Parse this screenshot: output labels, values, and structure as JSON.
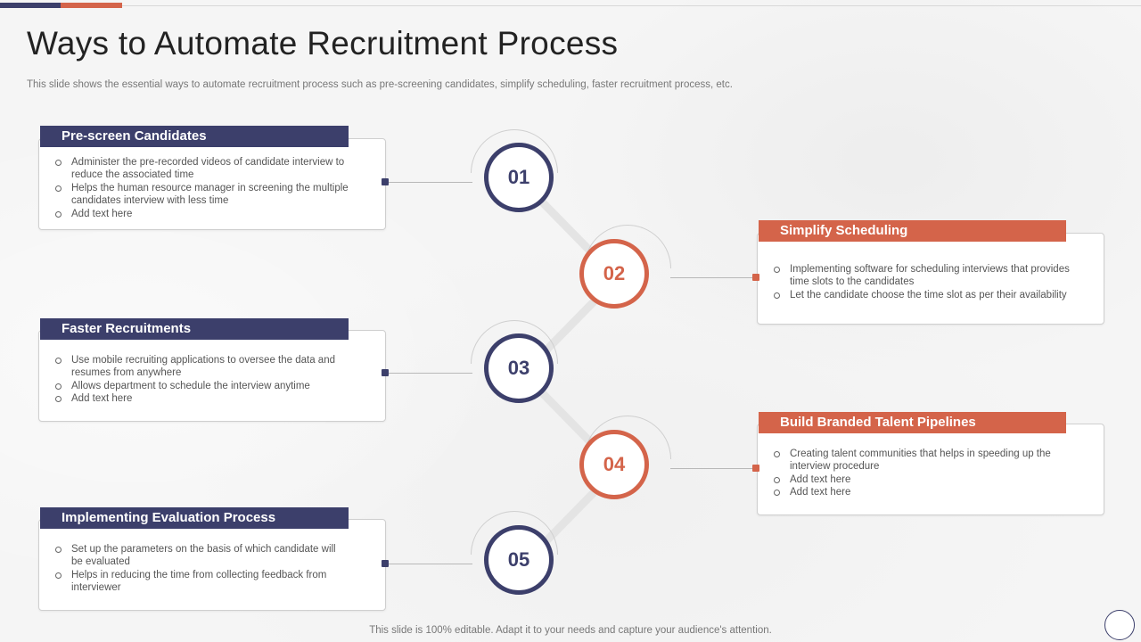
{
  "title": "Ways to Automate Recruitment Process",
  "subtitle": "This slide shows the essential ways to automate recruitment process such as pre-screening candidates, simplify scheduling, faster recruitment process, etc.",
  "steps": [
    {
      "number": "01",
      "heading": "Pre-screen Candidates",
      "bullets": [
        "Administer the pre-recorded videos of candidate interview to reduce the associated time",
        "Helps the human resource manager in screening the multiple candidates interview with less time",
        "Add text here"
      ]
    },
    {
      "number": "02",
      "heading": "Simplify Scheduling",
      "bullets": [
        "Implementing software for scheduling interviews that provides time slots to the candidates",
        "Let the candidate choose the time slot as per their availability"
      ]
    },
    {
      "number": "03",
      "heading": "Faster Recruitments",
      "bullets": [
        "Use mobile recruiting applications to oversee the data and resumes from anywhere",
        "Allows department to schedule the interview anytime",
        "Add text here"
      ]
    },
    {
      "number": "04",
      "heading": "Build Branded Talent Pipelines",
      "bullets": [
        "Creating talent communities that helps in speeding up the interview procedure",
        "Add text here",
        "Add text here"
      ]
    },
    {
      "number": "05",
      "heading": "Implementing Evaluation Process",
      "bullets": [
        "Set up the parameters on the basis of which candidate will be evaluated",
        "Helps in reducing the time from collecting feedback from interviewer"
      ]
    }
  ],
  "footer": "This slide is 100% editable. Adapt it to your needs and capture your audience's attention.",
  "colors": {
    "navy": "#3c3f6b",
    "orange": "#d4644a"
  }
}
